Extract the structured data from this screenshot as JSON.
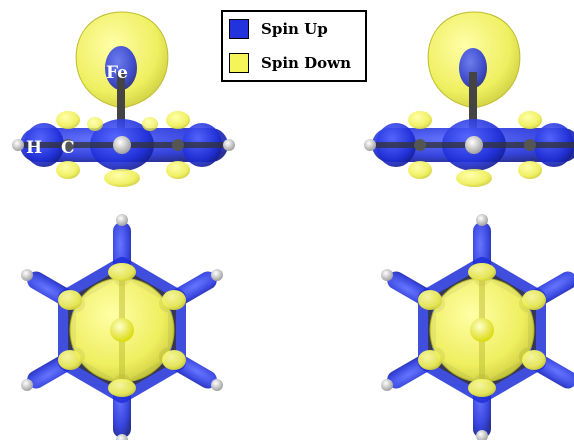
{
  "legend": {
    "items": [
      {
        "label": "Spin Up",
        "color": "#2233dd"
      },
      {
        "label": "Spin Down",
        "color": "#f5f55a"
      }
    ]
  },
  "atom_labels": {
    "fe": "Fe",
    "h": "H",
    "c": "C"
  },
  "colors": {
    "spin_up": "#2233dd",
    "spin_down": "#f5f55a",
    "spin_down_edge": "#b8b820",
    "bond": "#333333",
    "hydrogen": "#e0e0e0",
    "iron": "#ffff66"
  }
}
